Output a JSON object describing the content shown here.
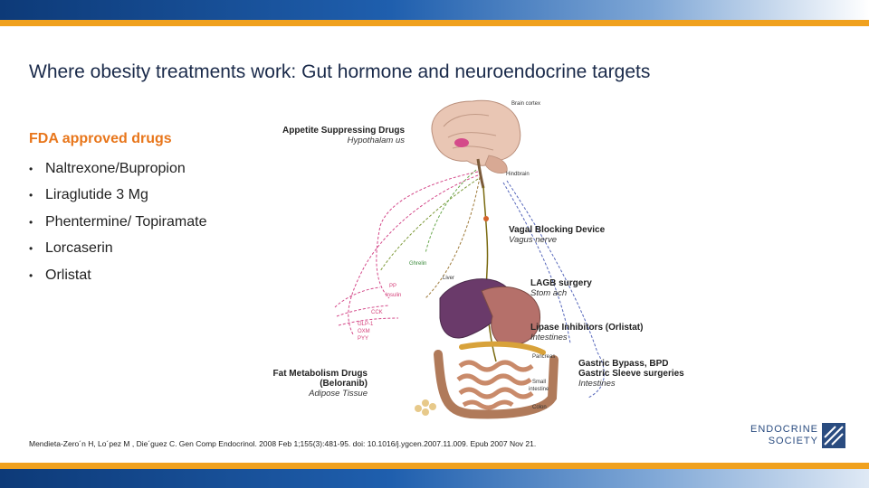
{
  "title": "Where obesity treatments work: Gut hormone and neuroendocrine targets",
  "fda_heading": "FDA approved drugs",
  "drugs": [
    "Naltrexone/Bupropion",
    "Liraglutide 3 Mg",
    "Phentermine/ Topiramate",
    "Lorcaserin",
    "Orlistat"
  ],
  "bullet": "•",
  "labels": {
    "appetite_title": "Appetite Suppressing Drugs",
    "appetite_sub": "Hypothalam us",
    "vagal_title": "Vagal Blocking Device",
    "vagal_sub": "Vagus nerve",
    "lagb_title": "LAGB surgery",
    "lagb_sub": "Stom ach",
    "lipase_title": "Lipase Inhibitors (Orlistat)",
    "lipase_sub": "Intestines",
    "fat_title_1": "Fat Metabolism Drugs",
    "fat_title_2": "(Beloranib)",
    "fat_sub": "Adipose Tissue",
    "bypass_title_1": "Gastric Bypass, BPD",
    "bypass_title_2": "Gastric Sleeve surgeries",
    "bypass_sub": "Intestines"
  },
  "anatomy": {
    "brain_cortex": "Brain cortex",
    "hindbrain": "Hindbrain",
    "ghrelin": "Ghrelin",
    "liver": "Liver",
    "pp": "PP",
    "insulin": "Insulin",
    "cck": "CCK",
    "glp1": "GLP-1",
    "oxm": "OXM",
    "pyy": "PYY",
    "pancreas": "Pancreas",
    "small_intestine_1": "Small",
    "small_intestine_2": "intestine",
    "colon": "Colon"
  },
  "citation": "Mendieta-Zero´n H, Lo´pez M , Die´guez C. Gen Comp Endocrinol. 2008 Feb 1;155(3):481-95. doi: 10.1016/j.ygcen.2007.11.009. Epub 2007 Nov 21.",
  "logo": {
    "line1": "ENDOCRINE",
    "line2": "SOCIETY"
  },
  "colors": {
    "orange": "#f0a11e",
    "navy": "#0d3a78",
    "heading_orange": "#e8761b"
  }
}
